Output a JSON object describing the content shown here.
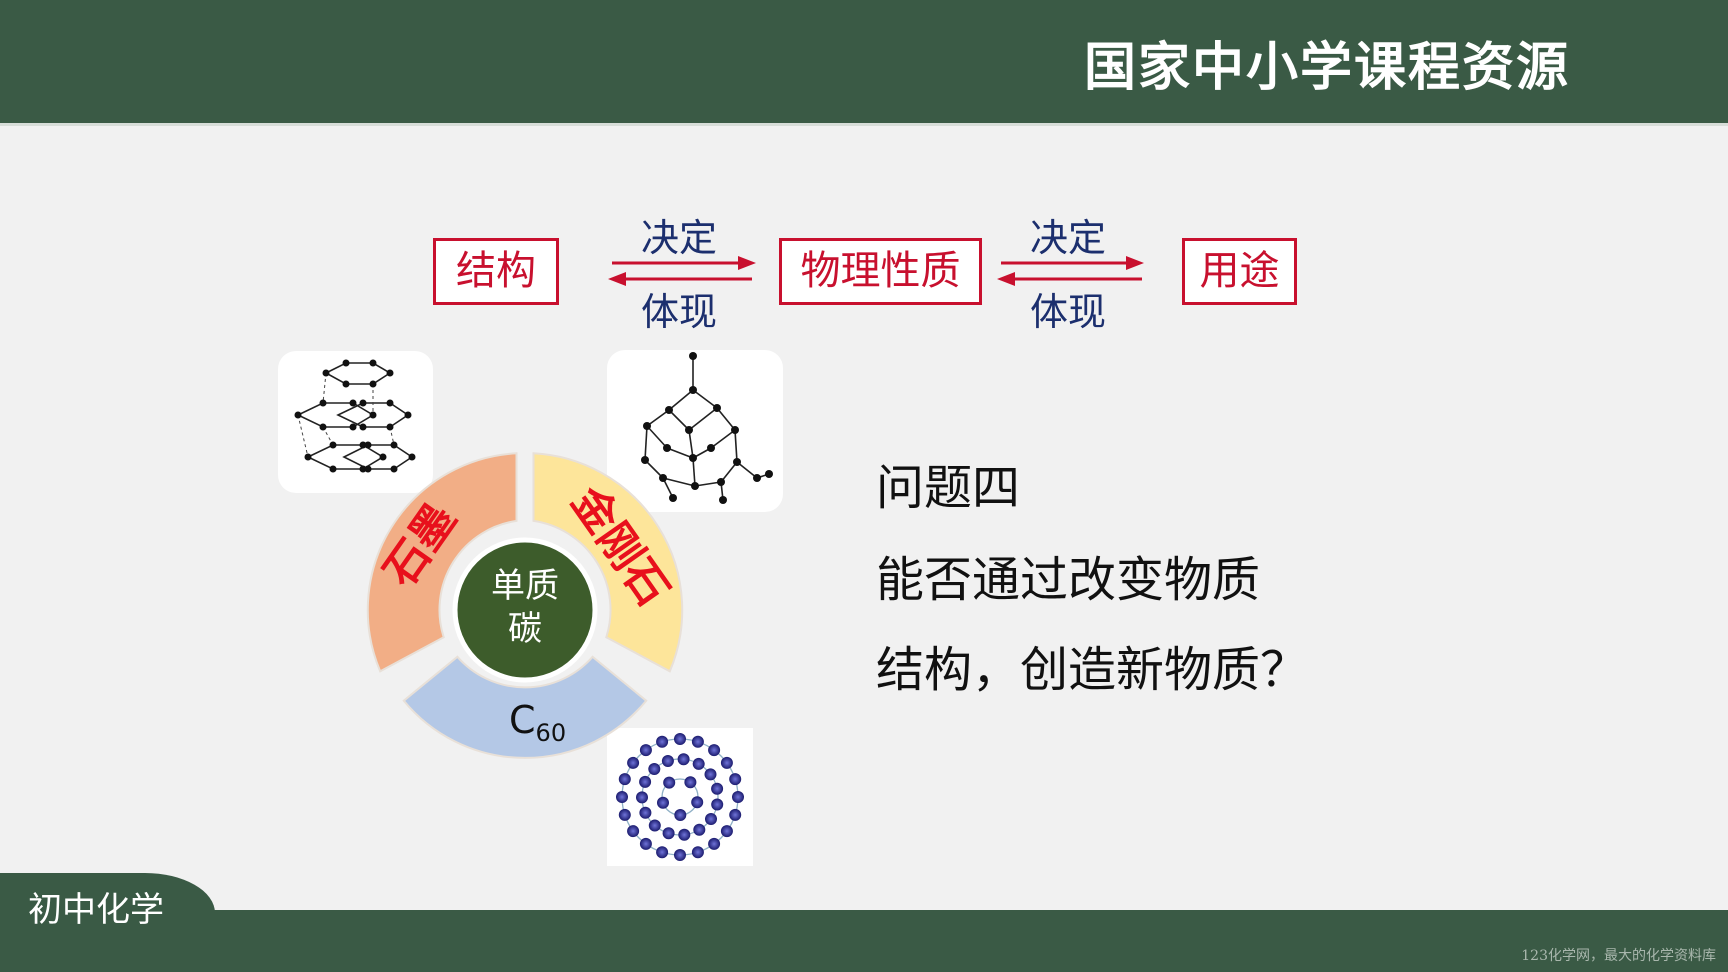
{
  "header": {
    "brand": "国家中小学课程资源"
  },
  "footer": {
    "subject": "初中化学",
    "watermark": "123化学网，最大的化学资料库"
  },
  "flow": {
    "nodes": [
      "结构",
      "物理性质",
      "用途"
    ],
    "forward_label": "决定",
    "backward_label": "体现"
  },
  "diagram": {
    "center": [
      "单质",
      "碳"
    ],
    "segments": [
      "石墨",
      "金刚石",
      "C",
      "60"
    ]
  },
  "question": {
    "title": "问题四",
    "line1": "能否通过改变物质",
    "line2": "结构，创造新物质？"
  },
  "colors": {
    "header_green": "#3a5a45",
    "flow_red": "#c8102e",
    "flow_blue": "#1c2f6e",
    "graphite_orange": "#f2ae86",
    "diamond_yellow": "#fde59a",
    "c60_blue": "#b4c8e6",
    "center_green": "#3d5c2b"
  }
}
